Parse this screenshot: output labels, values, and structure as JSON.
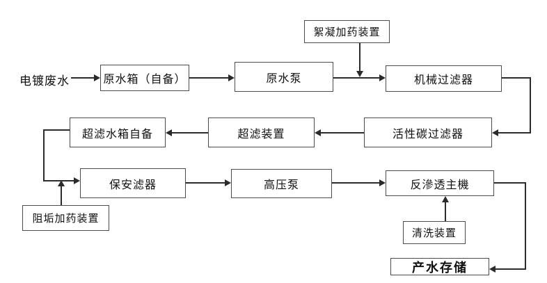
{
  "diagram": {
    "type": "flowchart",
    "subject": "electroplating wastewater RO treatment process",
    "colors": {
      "background": "#ffffff",
      "line": "#2b2b2b",
      "box_border": "#4b4b4b",
      "text": "#111111"
    },
    "nodes": {
      "source_label": "电镀废水",
      "raw_water_tank": "原水箱（自备）",
      "raw_water_pump": "原水泵",
      "flocculation_dosing": "絮凝加药装置",
      "mechanical_filter": "机械过滤器",
      "activated_carbon_filter": "活性碳过滤器",
      "uf_unit": "超滤装置",
      "uf_water_tank": "超滤水箱自备",
      "security_filter": "保安滤器",
      "high_pressure_pump": "高压泵",
      "ro_main_unit": "反滲透主機",
      "antiscalant_dosing": "阻垢加药装置",
      "cleaning_unit": "清洗装置",
      "product_water_storage": "产水存储"
    },
    "edges": [
      {
        "from": "source_label",
        "to": "raw_water_tank"
      },
      {
        "from": "raw_water_tank",
        "to": "raw_water_pump"
      },
      {
        "from": "raw_water_pump",
        "to": "mechanical_filter"
      },
      {
        "from": "flocculation_dosing",
        "to": "raw_water_pump_to_mechanical_filter_line"
      },
      {
        "from": "mechanical_filter",
        "to": "activated_carbon_filter"
      },
      {
        "from": "activated_carbon_filter",
        "to": "uf_unit"
      },
      {
        "from": "uf_unit",
        "to": "uf_water_tank"
      },
      {
        "from": "uf_water_tank",
        "to": "security_filter"
      },
      {
        "from": "antiscalant_dosing",
        "to": "uf_water_tank_to_security_filter_line"
      },
      {
        "from": "security_filter",
        "to": "high_pressure_pump"
      },
      {
        "from": "high_pressure_pump",
        "to": "ro_main_unit"
      },
      {
        "from": "cleaning_unit",
        "to": "ro_main_unit"
      },
      {
        "from": "ro_main_unit",
        "to": "product_water_storage"
      }
    ]
  }
}
